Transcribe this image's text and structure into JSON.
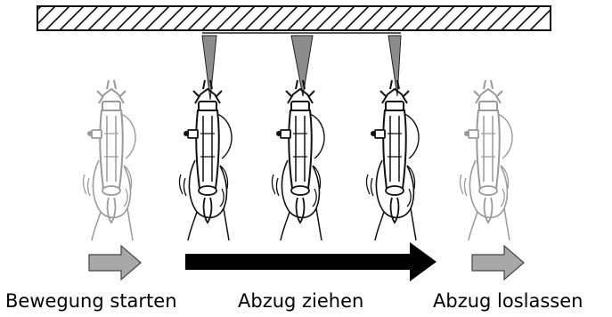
{
  "labels": {
    "start": "Bewegung starten",
    "pull": "Abzug ziehen",
    "release": "Abzug loslassen"
  },
  "figure": {
    "guns": [
      {
        "id": "gun-1",
        "faded": true
      },
      {
        "id": "gun-2",
        "faded": false
      },
      {
        "id": "gun-3",
        "faded": false
      },
      {
        "id": "gun-4",
        "faded": false
      },
      {
        "id": "gun-5",
        "faded": true
      }
    ],
    "arrows": [
      {
        "id": "arrow-start",
        "style": "small-grey"
      },
      {
        "id": "arrow-pull",
        "style": "long-black"
      },
      {
        "id": "arrow-release",
        "style": "small-grey"
      }
    ],
    "colors": {
      "line": "#111111",
      "faded": "#9a9a9a",
      "wedge": "#8c8c8c",
      "arrow_grey": "#a8a8a8",
      "arrow_black": "#000000"
    }
  }
}
